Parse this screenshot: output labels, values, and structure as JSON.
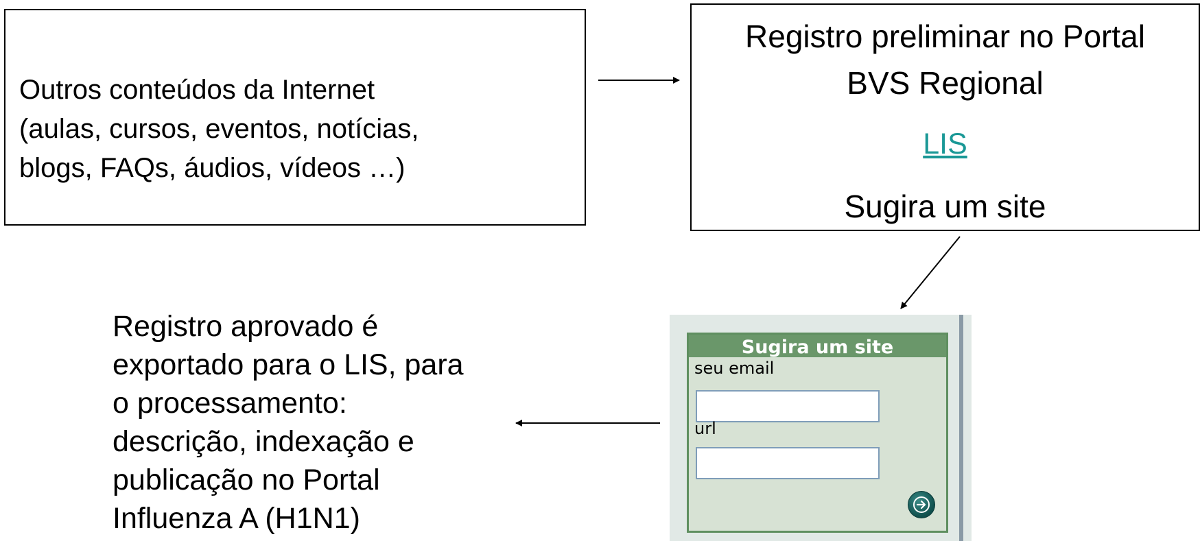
{
  "boxes": {
    "outros": {
      "lines": [
        "Outros conteúdos da Internet",
        "(aulas, cursos, eventos, notícias,",
        "blogs, FAQs, áudios, vídeos …)"
      ]
    },
    "registro": {
      "line1": "Registro preliminar no Portal",
      "line2": "BVS Regional",
      "link": "LIS",
      "line3": "Sugira um site"
    }
  },
  "aprovado": {
    "lines": [
      "Registro aprovado é",
      "exportado para o LIS, para",
      "o processamento:",
      "descrição, indexação e",
      "publicação no Portal",
      "Influenza A (H1N1)"
    ]
  },
  "widget": {
    "title": "Sugira um site",
    "email_label": "seu email",
    "url_label": "url",
    "email_value": "",
    "url_value": "",
    "submit_icon": "arrow-right-circle-icon"
  },
  "colors": {
    "link": "#1a9896",
    "widget_header": "#6a976a",
    "widget_panel": "#d7e2d4"
  }
}
